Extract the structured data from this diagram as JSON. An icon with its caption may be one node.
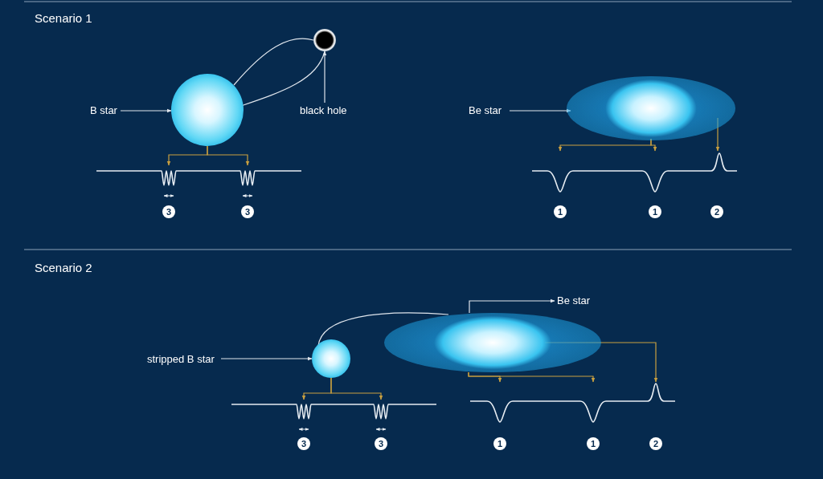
{
  "diagram": {
    "nodes": [
      {
        "text": [
          "B star"
        ]
      },
      {
        "text": [],
        "shape": "picture"
      },
      {
        "text": [],
        "shape": "circle"
      },
      {
        "text": [
          "black hole"
        ]
      },
      {
        "text": [
          "Be star"
        ]
      },
      {
        "text": [],
        "shape": "picture"
      },
      {
        "text": [],
        "shape": "picture"
      },
      {
        "text": [],
        "shape": "picture"
      },
      {
        "text": [
          "stripped B star"
        ]
      },
      {
        "text": [],
        "shape": "picture"
      },
      {
        "text": [],
        "shape": "picture"
      },
      {
        "text": [
          "Be star"
        ]
      },
      {
        "text": [],
        "shape": "picture"
      },
      {
        "text": [],
        "shape": "picture"
      }
    ],
    "edges": [
      {
        "from": 0,
        "to": 1,
        "arrow": "to",
        "color": "#dfe5ec"
      },
      {
        "from": 3,
        "to": 2,
        "arrow": "to",
        "color": "#dfe5ec"
      },
      {
        "from": 1,
        "to": 2,
        "arrow": "none",
        "color": "#dfe5ec"
      },
      {
        "from": 1,
        "to": 2,
        "arrow": "none",
        "color": "#dfe5ec"
      },
      {
        "from": 4,
        "to": 5,
        "arrow": "to",
        "color": "#dfe5ec"
      },
      {
        "from": 1,
        "to": 6,
        "arrow": "to"
      },
      {
        "from": 1,
        "to": 6,
        "arrow": "to"
      },
      {
        "from": 5,
        "to": 7,
        "arrow": "to"
      },
      {
        "from": 5,
        "to": 7,
        "arrow": "to"
      },
      {
        "from": 5,
        "to": 7,
        "arrow": "to"
      },
      {
        "from": 8,
        "to": 9,
        "arrow": "to",
        "color": "#dfe5ec"
      },
      {
        "from": 9,
        "to": 10,
        "arrow": "none",
        "color": "#dfe5ec"
      },
      {
        "from": 10,
        "to": 11,
        "arrow": "to",
        "color": "#dfe5ec"
      },
      {
        "from": 9,
        "to": 12,
        "arrow": "to"
      },
      {
        "from": 9,
        "to": 12,
        "arrow": "to"
      },
      {
        "from": 10,
        "to": 13,
        "arrow": "to"
      },
      {
        "from": 10,
        "to": 13,
        "arrow": "to"
      },
      {
        "from": 10,
        "to": 13,
        "arrow": "to"
      }
    ],
    "labels": [
      "Scenario 1",
      "3",
      "3",
      "1",
      "1",
      "2",
      "Scenario 2",
      "3",
      "3",
      "1",
      "1",
      "2"
    ]
  }
}
